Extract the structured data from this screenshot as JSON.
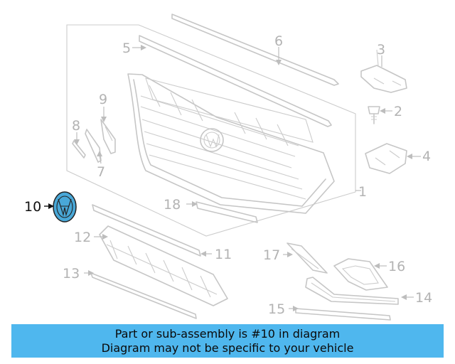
{
  "callouts": {
    "c1": "1",
    "c2": "2",
    "c3": "3",
    "c4": "4",
    "c5": "5",
    "c6": "6",
    "c7": "7",
    "c8": "8",
    "c9": "9",
    "c10": "10",
    "c11": "11",
    "c12": "12",
    "c13": "13",
    "c14": "14",
    "c15": "15",
    "c16": "16",
    "c17": "17",
    "c18": "18"
  },
  "highlight": {
    "part": "10",
    "color": "#49a8d8"
  },
  "banner": {
    "line1": "Part or sub-assembly is #10 in diagram",
    "line2": "Diagram may not be specific to your vehicle",
    "color": "#4fb7ee"
  }
}
